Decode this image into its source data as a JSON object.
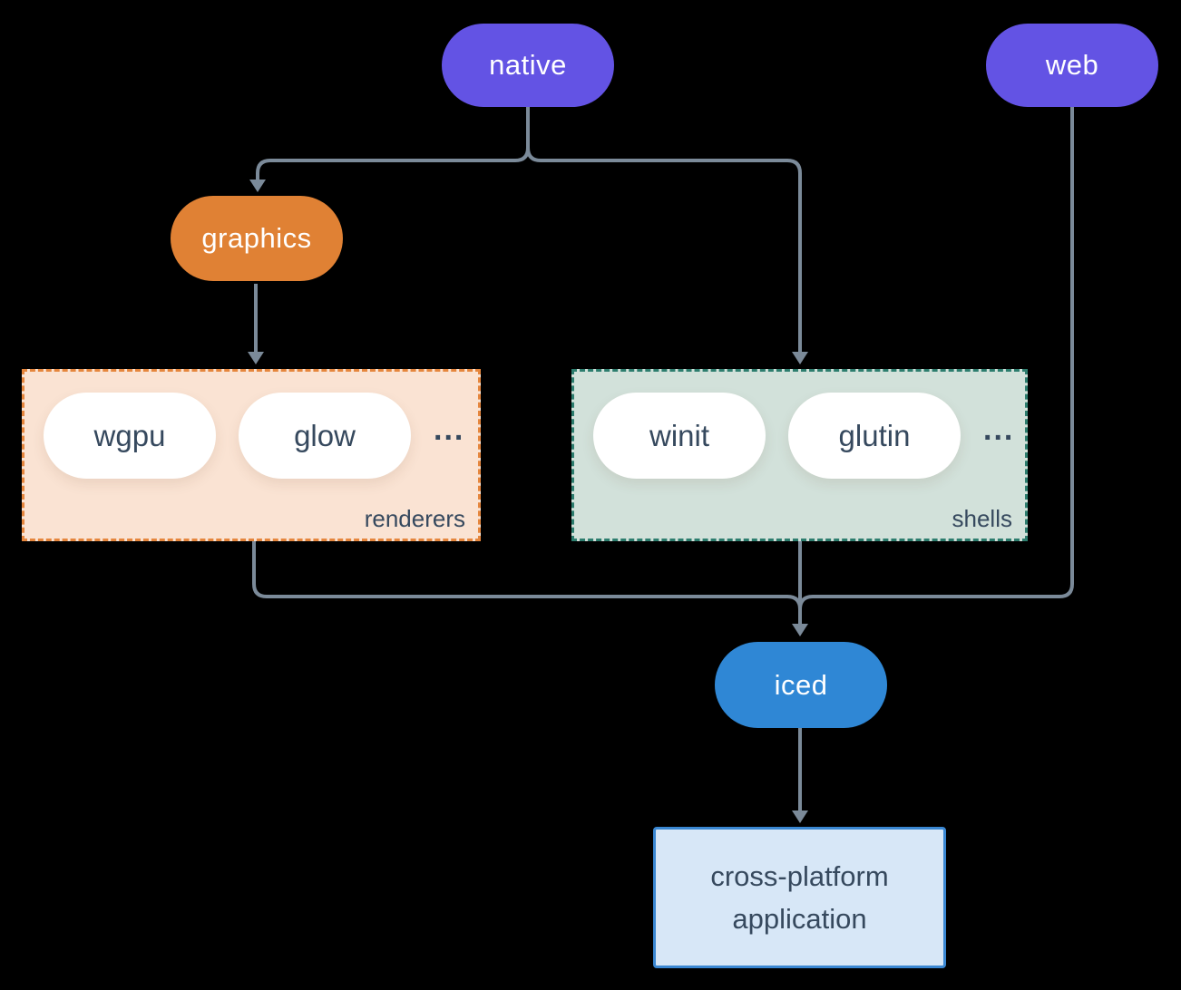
{
  "diagram": {
    "description": "iced architecture diagram",
    "nodes": {
      "native": {
        "label": "native"
      },
      "web": {
        "label": "web"
      },
      "graphics": {
        "label": "graphics"
      },
      "iced": {
        "label": "iced"
      },
      "application": {
        "label": "cross-platform application"
      }
    },
    "groups": {
      "renderers": {
        "label": "renderers",
        "items": [
          "wgpu",
          "glow"
        ],
        "ellipsis": "..."
      },
      "shells": {
        "label": "shells",
        "items": [
          "winit",
          "glutin"
        ],
        "ellipsis": "..."
      }
    },
    "colors": {
      "background": "#000000",
      "node_purple": "#6353e4",
      "node_orange": "#e08134",
      "node_blue": "#2f87d5",
      "renderers_bg": "#fae3d3",
      "renderers_border": "#e5863d",
      "shells_bg": "#d2e1da",
      "shells_border": "#2d7d6e",
      "app_bg": "#d7e7f7",
      "app_border": "#3a87d2",
      "edge": "#7b8a99",
      "dark_text": "#36495e",
      "light_text": "#ffffff"
    }
  }
}
